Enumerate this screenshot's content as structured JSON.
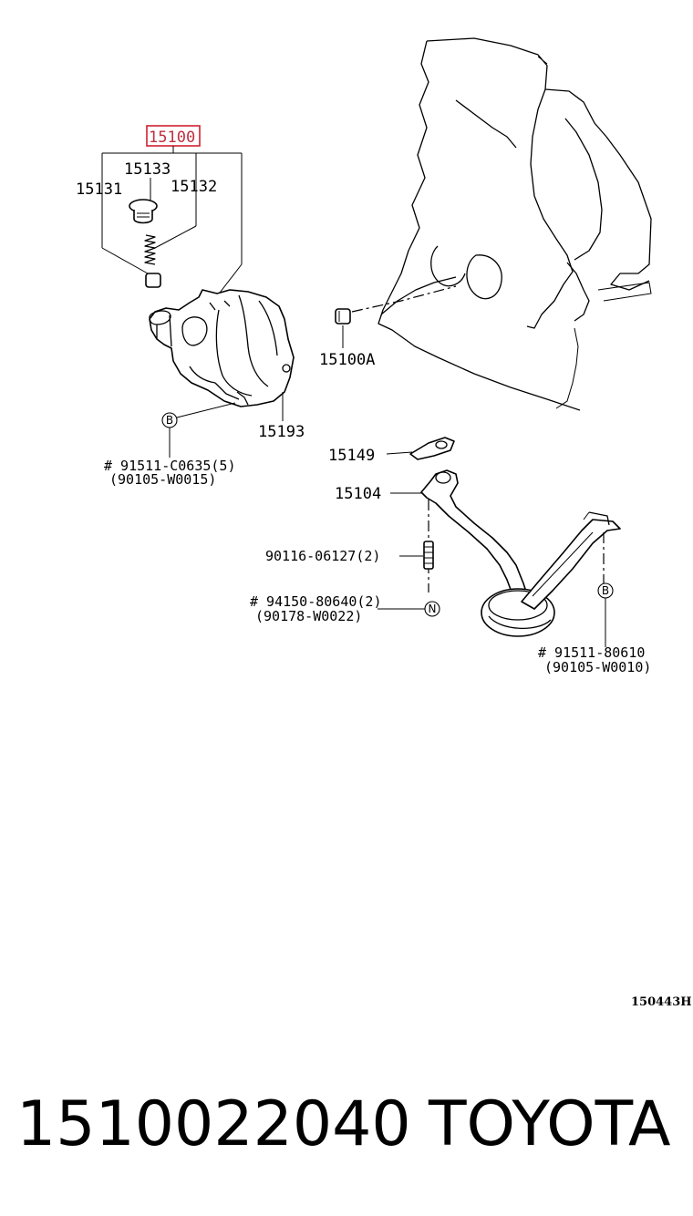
{
  "diagram": {
    "parts": {
      "oil_pump_assembly": "15100",
      "relief_valve_plug": "15133",
      "relief_valve": "15131",
      "relief_valve_spring": "15132",
      "dowel_pin": "15100A",
      "pump_gasket": "15193",
      "strainer_gasket": "15149",
      "oil_strainer": "15104"
    },
    "fasteners": {
      "pump_bolt_main": "# 91511-C0635(5)",
      "pump_bolt_alt": "(90105-W0015)",
      "stud": "90116-06127(2)",
      "nut_main": "# 94150-80640(2)",
      "nut_alt": "(90178-W0022)",
      "strainer_bolt_main": "# 91511-80610",
      "strainer_bolt_alt": "(90105-W0010)"
    },
    "markers": {
      "b": "B",
      "n": "N"
    },
    "diagram_code": "150443H",
    "highlight_color": "#d02030"
  },
  "footer": {
    "part_number": "1510022040",
    "brand": "TOYOTA"
  }
}
